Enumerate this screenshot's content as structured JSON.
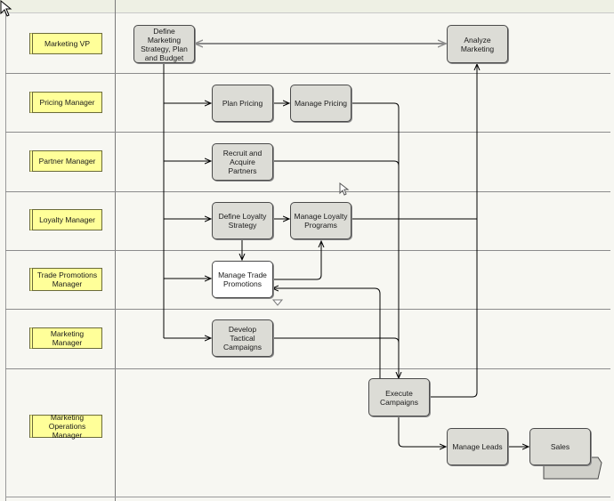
{
  "roles": [
    {
      "id": "marketing-vp",
      "label": "Marketing VP"
    },
    {
      "id": "pricing-manager",
      "label": "Pricing Manager"
    },
    {
      "id": "partner-manager",
      "label": "Partner Manager"
    },
    {
      "id": "loyalty-manager",
      "label": "Loyalty Manager"
    },
    {
      "id": "trade-promotions-manager",
      "label": "Trade Promotions\nManager"
    },
    {
      "id": "marketing-manager",
      "label": "Marketing Manager"
    },
    {
      "id": "marketing-operations-manager",
      "label": "Marketing Operations\nManager"
    }
  ],
  "processes": {
    "define_strategy": "Define Marketing\nStrategy, Plan\nand Budget",
    "analyze_marketing": "Analyze\nMarketing",
    "plan_pricing": "Plan Pricing",
    "manage_pricing": "Manage Pricing",
    "recruit_partners": "Recruit and\nAcquire Partners",
    "define_loyalty": "Define Loyalty\nStrategy",
    "manage_loyalty": "Manage Loyalty\nPrograms",
    "manage_trade": "Manage Trade\nPromotions",
    "develop_campaigns": "Develop Tactical\nCampaigns",
    "execute_campaigns": "Execute\nCampaigns",
    "manage_leads": "Manage Leads",
    "sales": "Sales"
  },
  "colors": {
    "role_fill": "#ffff99",
    "process_fill": "#dcdcd6",
    "highlighted_process_fill": "#ffffff",
    "connector": "#000000",
    "bidirectional_connector": "#8a8a8a"
  }
}
